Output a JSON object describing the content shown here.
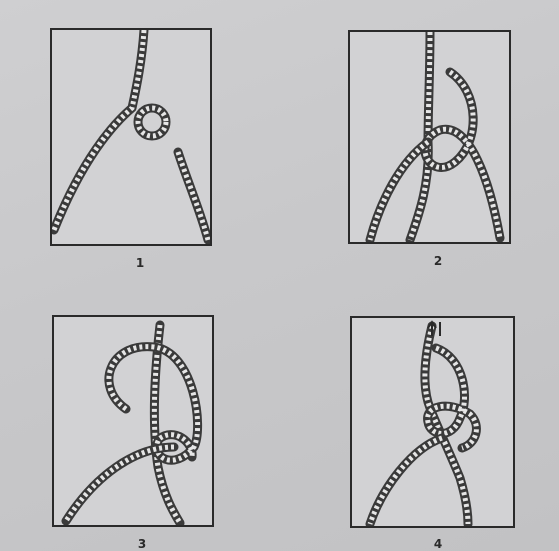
{
  "panels": [
    {
      "label": "1",
      "icon": "rope-loop-step-icon"
    },
    {
      "label": "2",
      "icon": "rope-end-through-loop-icon"
    },
    {
      "label": "3",
      "icon": "rope-around-standing-part-icon"
    },
    {
      "label": "4",
      "icon": "bowline-finished-icon"
    }
  ]
}
